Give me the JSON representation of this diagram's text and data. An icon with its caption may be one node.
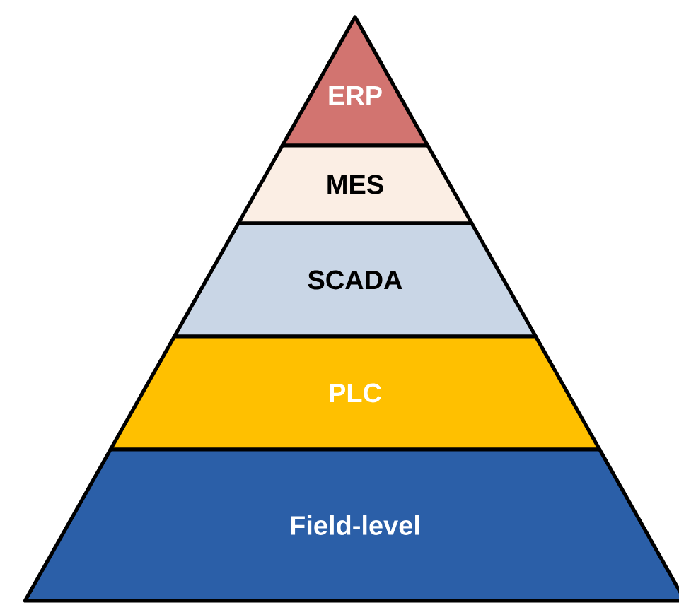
{
  "diagram": {
    "nodes": [
      {
        "text": [
          "ERP"
        ]
      },
      {
        "text": [
          "MES"
        ]
      },
      {
        "text": [
          "SCADA"
        ]
      },
      {
        "text": [
          "PLC"
        ]
      },
      {
        "text": [
          "Field-level"
        ]
      }
    ]
  }
}
